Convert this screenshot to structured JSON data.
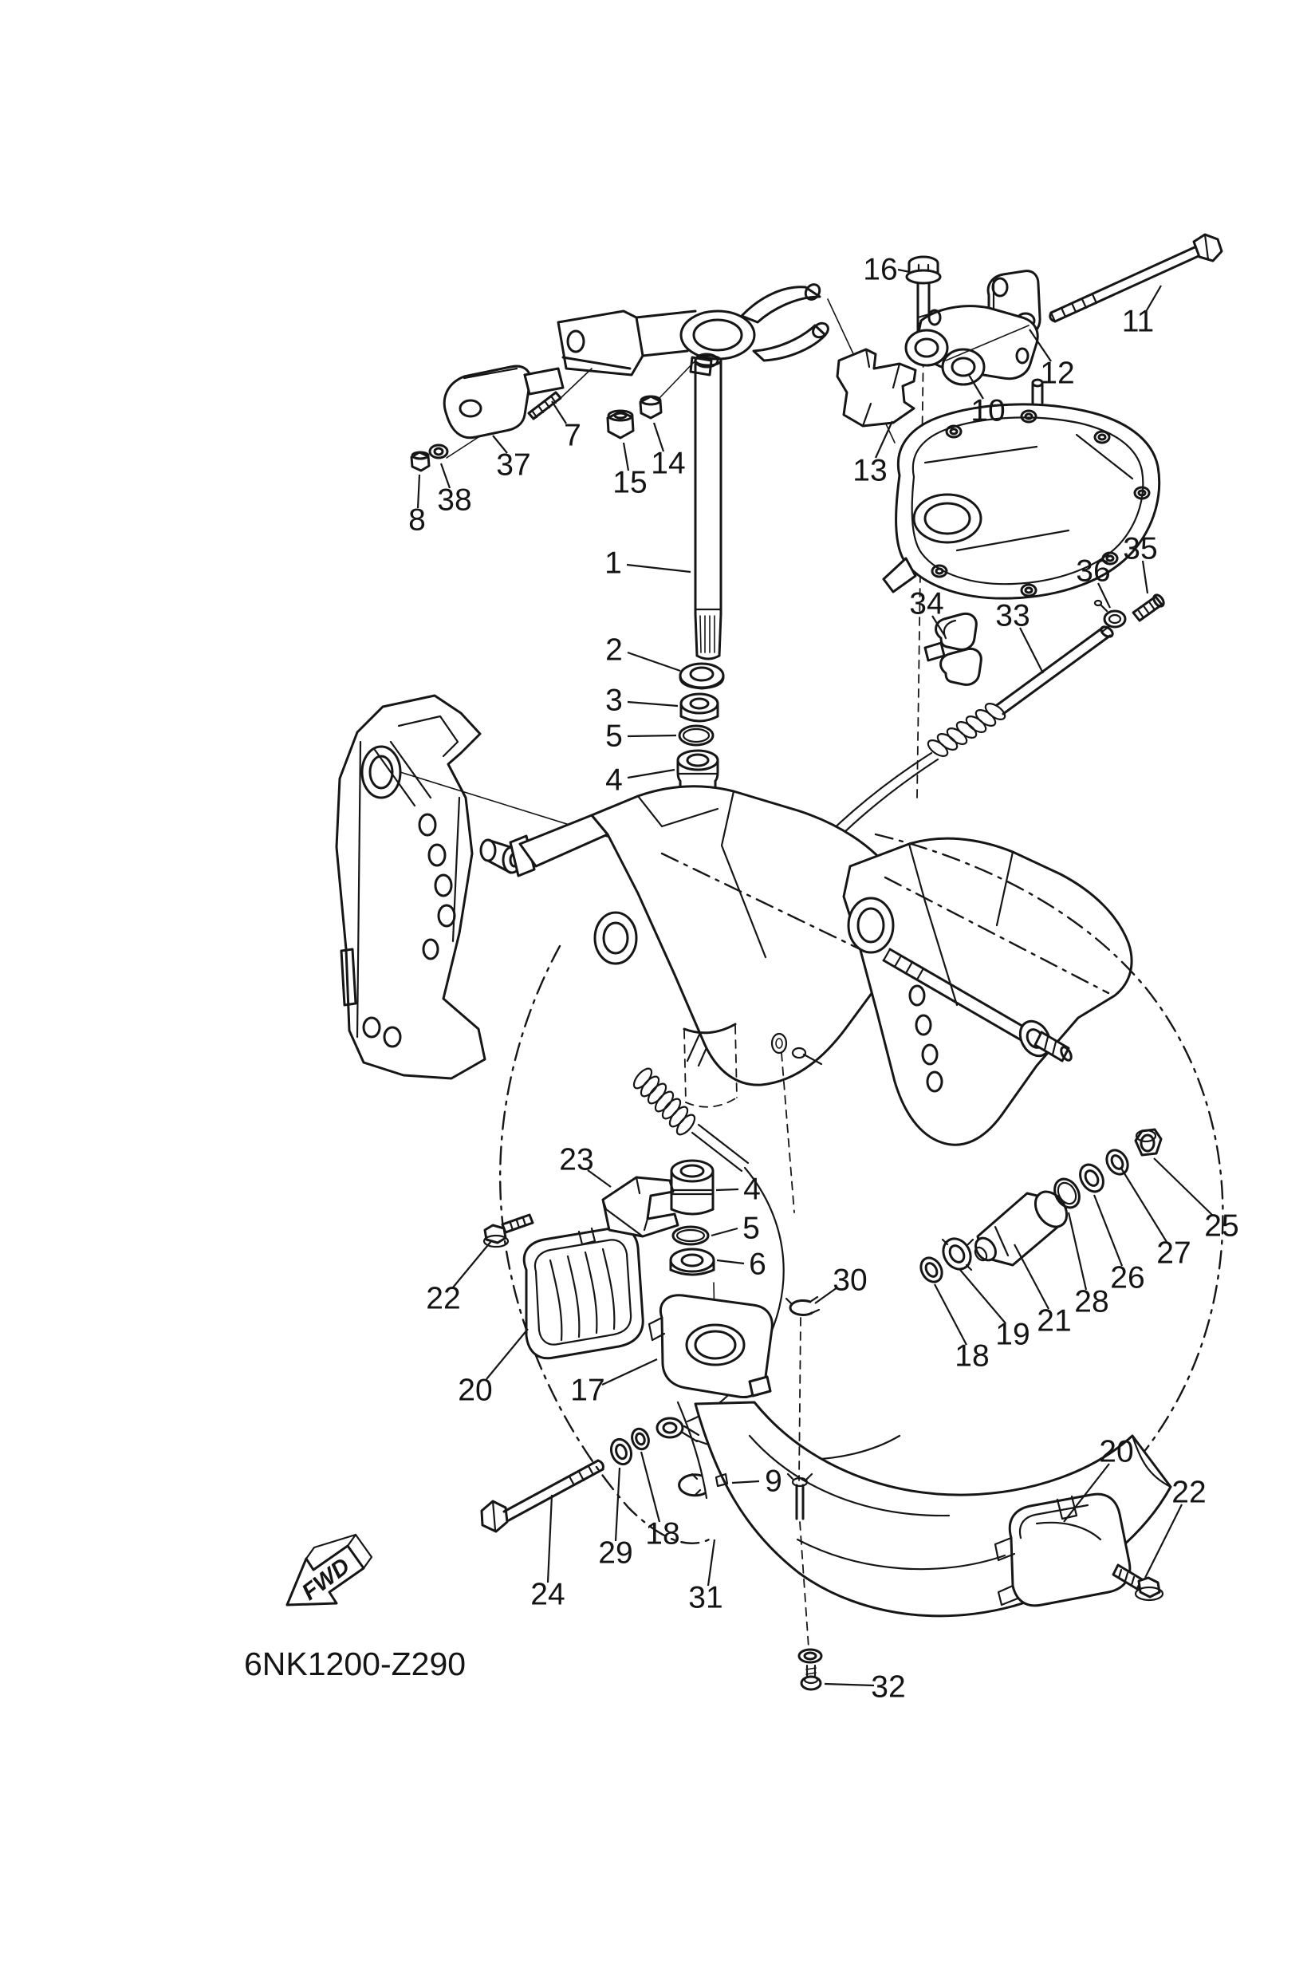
{
  "diagram": {
    "code": "6NK1200-Z290",
    "fwd_label": "FWD",
    "ink_color": "#161616",
    "background_color": "#ffffff",
    "callouts": [
      {
        "text": "16"
      },
      {
        "text": "11"
      },
      {
        "text": "12"
      },
      {
        "text": "10"
      },
      {
        "text": "13"
      },
      {
        "text": "7"
      },
      {
        "text": "37"
      },
      {
        "text": "15"
      },
      {
        "text": "14"
      },
      {
        "text": "8"
      },
      {
        "text": "38"
      },
      {
        "text": "1"
      },
      {
        "text": "2"
      },
      {
        "text": "3"
      },
      {
        "text": "5"
      },
      {
        "text": "4"
      },
      {
        "text": "35"
      },
      {
        "text": "36"
      },
      {
        "text": "34"
      },
      {
        "text": "33"
      },
      {
        "text": "23"
      },
      {
        "text": "4"
      },
      {
        "text": "5"
      },
      {
        "text": "6"
      },
      {
        "text": "30"
      },
      {
        "text": "22"
      },
      {
        "text": "20"
      },
      {
        "text": "17"
      },
      {
        "text": "18"
      },
      {
        "text": "19"
      },
      {
        "text": "21"
      },
      {
        "text": "28"
      },
      {
        "text": "26"
      },
      {
        "text": "27"
      },
      {
        "text": "25"
      },
      {
        "text": "24"
      },
      {
        "text": "29"
      },
      {
        "text": "18"
      },
      {
        "text": "31"
      },
      {
        "text": "9"
      },
      {
        "text": "32"
      },
      {
        "text": "20"
      },
      {
        "text": "22"
      }
    ]
  }
}
